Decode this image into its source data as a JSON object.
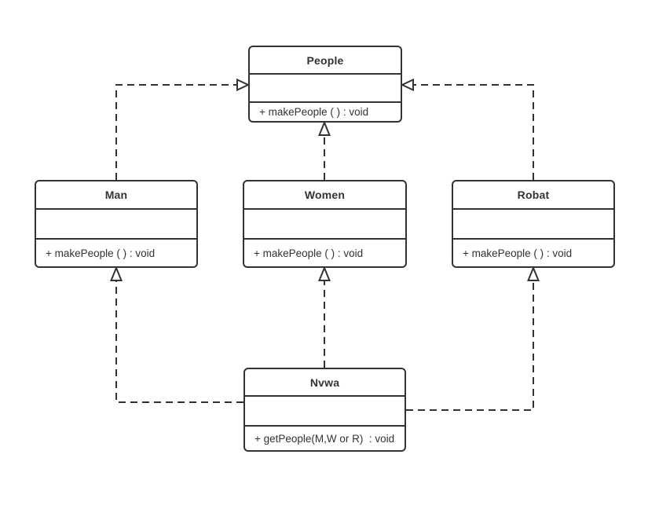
{
  "diagram": {
    "type": "uml-class-diagram",
    "background_color": "#ffffff",
    "line_color": "#333333",
    "text_color": "#333333",
    "classes": [
      {
        "name": "People",
        "attributes": "",
        "methods": "+ makePeople ( ) : void"
      },
      {
        "name": "Man",
        "attributes": "",
        "methods": "+ makePeople ( ) : void"
      },
      {
        "name": "Women",
        "attributes": "",
        "methods": "+ makePeople ( ) : void"
      },
      {
        "name": "Robat",
        "attributes": "",
        "methods": "+ makePeople ( ) : void"
      },
      {
        "name": "Nvwa",
        "attributes": "",
        "methods": "+ getPeople(M,W or R)  : void"
      }
    ],
    "relations": [
      {
        "from": "Man",
        "to": "People",
        "line": "dashed",
        "arrowhead": "hollow-triangle"
      },
      {
        "from": "Women",
        "to": "People",
        "line": "dashed",
        "arrowhead": "hollow-triangle"
      },
      {
        "from": "Robat",
        "to": "People",
        "line": "dashed",
        "arrowhead": "hollow-triangle"
      },
      {
        "from": "Nvwa",
        "to": "Man",
        "line": "dashed",
        "arrowhead": "hollow-triangle"
      },
      {
        "from": "Nvwa",
        "to": "Women",
        "line": "dashed",
        "arrowhead": "hollow-triangle"
      },
      {
        "from": "Nvwa",
        "to": "Robat",
        "line": "dashed",
        "arrowhead": "hollow-triangle"
      }
    ]
  }
}
